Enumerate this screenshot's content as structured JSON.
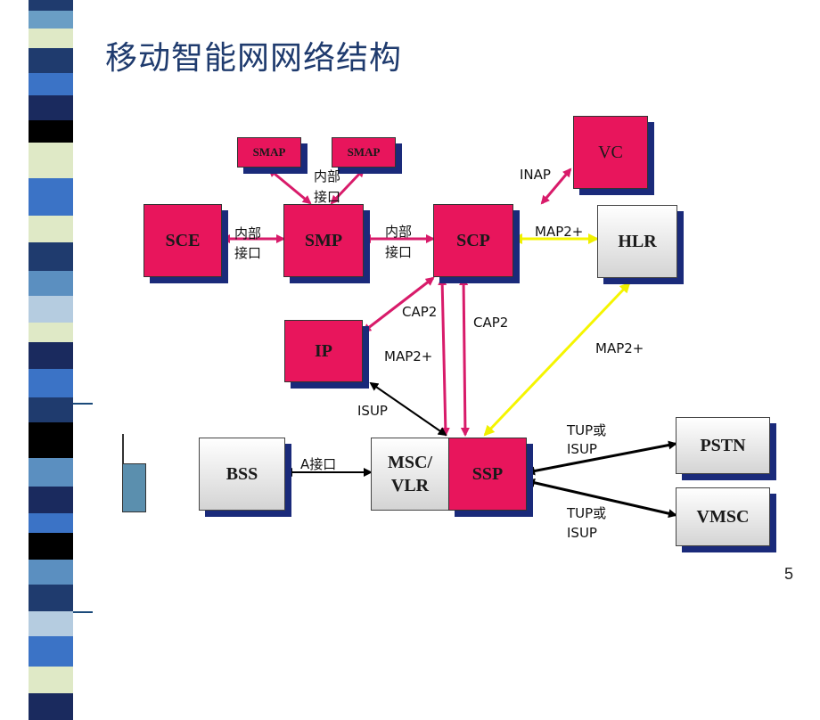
{
  "title": "移动智能网网络结构",
  "page_number": "5",
  "nodes": {
    "smap1": "SMAP",
    "smap2": "SMAP",
    "vc": "VC",
    "sce": "SCE",
    "smp": "SMP",
    "scp": "SCP",
    "hlr": "HLR",
    "ip": "IP",
    "bss": "BSS",
    "msc": "MSC/\nVLR",
    "ssp": "SSP",
    "pstn": "PSTN",
    "vmsc": "VMSC"
  },
  "labels": {
    "smap_if_1": "内部",
    "smap_if_2": "接口",
    "sce_smp_1": "内部",
    "sce_smp_2": "接口",
    "smp_scp_1": "内部",
    "smp_scp_2": "接口",
    "inap": "INAP",
    "map_scp_hlr": "MAP2+",
    "cap_ip": "CAP2",
    "cap_ssp": "CAP2",
    "map_ip": "MAP2+",
    "map_hlr_ssp": "MAP2+",
    "isup_ip": "ISUP",
    "a_if": "A接口",
    "tup_pstn_1": "TUP或",
    "tup_pstn_2": "ISUP",
    "tup_vmsc_1": "TUP或",
    "tup_vmsc_2": "ISUP"
  },
  "colors": {
    "node_red": "#e8155c",
    "link_magenta": "#d81b6a",
    "link_yellow": "#f5f500",
    "link_black": "#000000",
    "shadow": "#1a2a7a"
  }
}
